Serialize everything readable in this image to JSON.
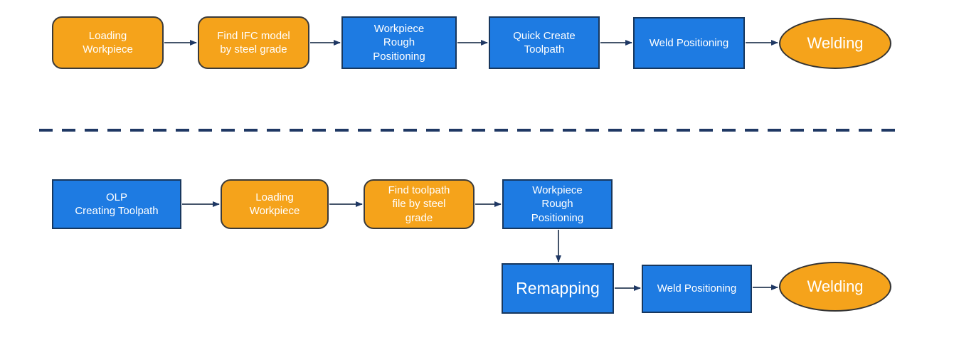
{
  "colors": {
    "process_fill": "#1E7BE2",
    "process_border": "#17375E",
    "data_fill": "#F5A31B",
    "data_border": "#3A3A3A",
    "terminator_fill": "#F5A31B",
    "arrow_line": "#44546A",
    "arrow_head": "#1F3864",
    "divider": "#1F3864",
    "text": "#FFFFFF",
    "background": "#FFFFFF"
  },
  "top_flow": {
    "nodes": [
      {
        "label": "Loading\nWorkpiece",
        "shape": "rounded-rect",
        "fill": "orange"
      },
      {
        "label": "Find IFC model\nby steel grade",
        "shape": "rounded-rect",
        "fill": "orange"
      },
      {
        "label": "Workpiece\nRough\nPositioning",
        "shape": "rect",
        "fill": "blue"
      },
      {
        "label": "Quick Create\nToolpath",
        "shape": "rect",
        "fill": "blue"
      },
      {
        "label": "Weld Positioning",
        "shape": "rect",
        "fill": "blue"
      },
      {
        "label": "Welding",
        "shape": "ellipse",
        "fill": "orange"
      }
    ]
  },
  "bottom_flow": {
    "nodes": [
      {
        "label": "OLP\nCreating Toolpath",
        "shape": "rect",
        "fill": "blue"
      },
      {
        "label": "Loading\nWorkpiece",
        "shape": "rounded-rect",
        "fill": "orange"
      },
      {
        "label": "Find toolpath\nfile by steel\ngrade",
        "shape": "rounded-rect",
        "fill": "orange"
      },
      {
        "label": "Workpiece\nRough\nPositioning",
        "shape": "rect",
        "fill": "blue"
      },
      {
        "label": "Remapping",
        "shape": "rect",
        "fill": "blue"
      },
      {
        "label": "Weld Positioning",
        "shape": "rect",
        "fill": "blue"
      },
      {
        "label": "Welding",
        "shape": "ellipse",
        "fill": "orange"
      }
    ]
  }
}
